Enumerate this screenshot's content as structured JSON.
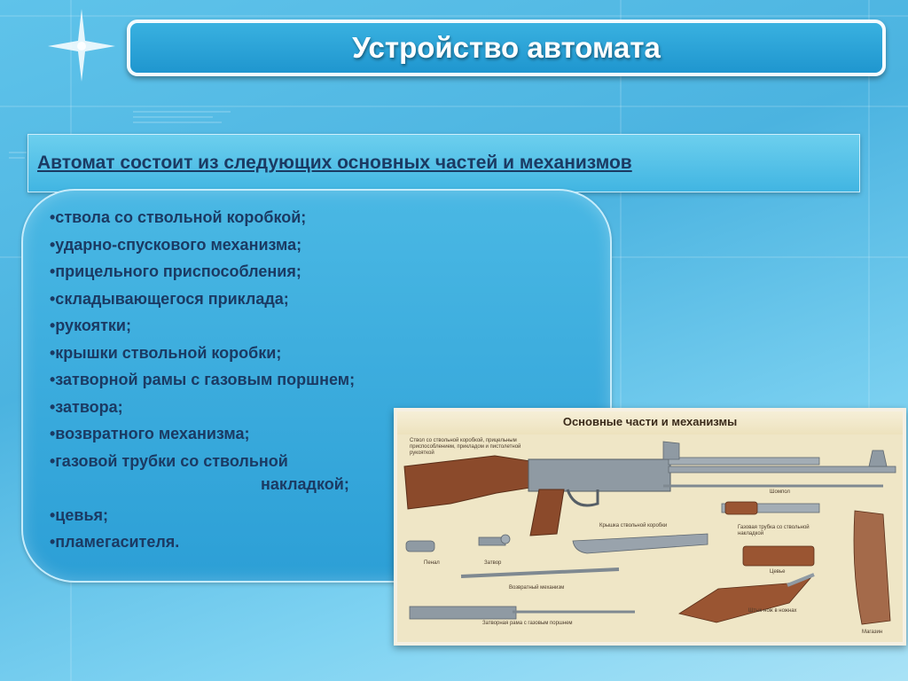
{
  "title": "Устройство автомата",
  "subtitle": "Автомат состоит из следующих основных частей и механизмов",
  "parts": [
    "•ствола со ствольной коробкой;",
    "•ударно-спускового механизма;",
    "•прицельного приспособления;",
    "•складывающегося приклада;",
    "•рукоятки;",
    "•крышки ствольной коробки;",
    "•затворной рамы с газовым поршнем;",
    "•затвора;",
    "•возвратного механизма;",
    "•газовой трубки со ствольной"
  ],
  "parts_cont": "накладкой;",
  "parts_tail": [
    "•цевья;",
    "•пламегасителя."
  ],
  "poster": {
    "header": "Основные части и механизмы",
    "captions": {
      "rifle": "Ствол со ствольной коробкой, прицельным приспособлением, прикладом и пистолетной рукояткой",
      "ramrod": "Шомпол",
      "cover": "Крышка ствольной коробки",
      "gas_tube": "Газовая трубка со ствольной накладкой",
      "pouch": "Пенал",
      "bolt": "Затвор",
      "handguard": "Цевье",
      "recoil": "Возвратный механизм",
      "carrier": "Затворная рама с газовым поршнем",
      "bayonet": "Штык-нож в ножнах",
      "magazine": "Магазин"
    }
  },
  "colors": {
    "title_bg": "#1f96cf",
    "text_dark": "#1b3a63",
    "poster_bg": "#efe6c6",
    "wood": "#8b4a2b",
    "metal": "#8f9aa3"
  }
}
